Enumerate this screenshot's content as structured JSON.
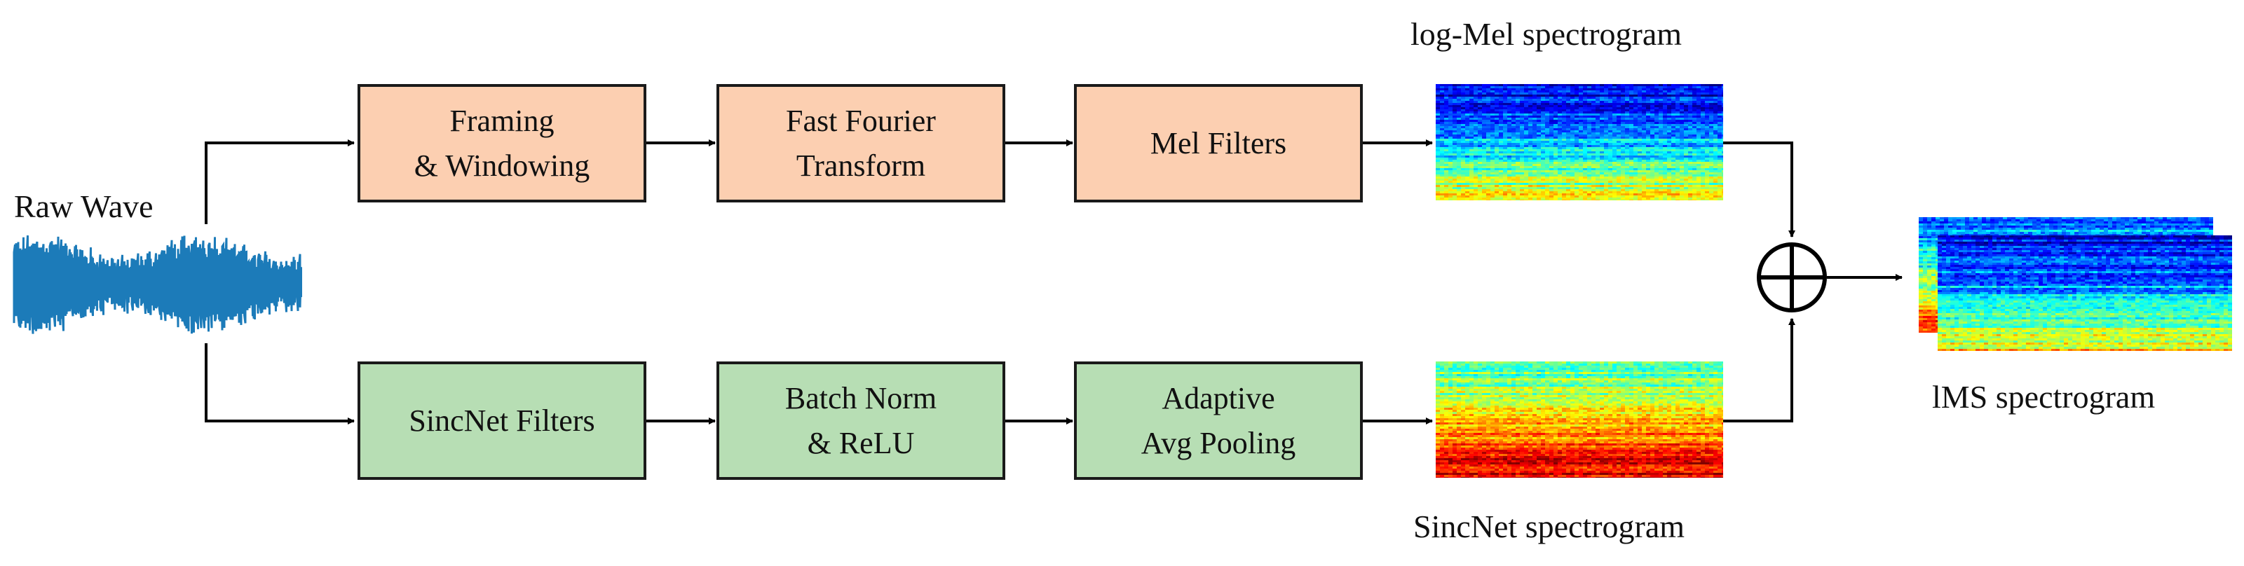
{
  "colors": {
    "top_block_fill": "#fccfb1",
    "bottom_block_fill": "#b7deb4",
    "waveform": "#1c7bb9",
    "line": "#000000"
  },
  "input": {
    "label": "Raw Wave"
  },
  "top_branch": {
    "blocks": [
      {
        "label": "Framing\n& Windowing"
      },
      {
        "label": "Fast Fourier\nTransform"
      },
      {
        "label": "Mel Filters"
      }
    ],
    "output": {
      "label": "log-Mel spectrogram"
    }
  },
  "bottom_branch": {
    "blocks": [
      {
        "label": "SincNet Filters"
      },
      {
        "label": "Batch Norm\n& ReLU"
      },
      {
        "label": "Adaptive\nAvg Pooling"
      }
    ],
    "output": {
      "label": "SincNet spectrogram"
    }
  },
  "fusion": {
    "symbol": "⊕"
  },
  "result": {
    "label": "lMS spectrogram"
  }
}
